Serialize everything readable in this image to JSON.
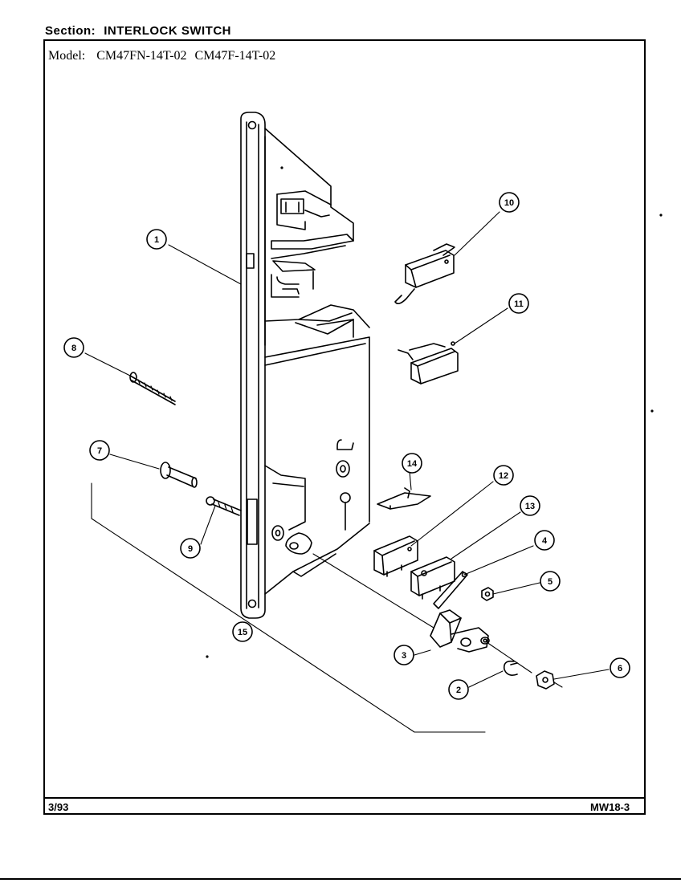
{
  "header": {
    "section_label": "Section:",
    "section_name": "INTERLOCK SWITCH"
  },
  "model": {
    "label": "Model:",
    "numbers": [
      "CM47FN-14T-02",
      "CM47F-14T-02"
    ]
  },
  "footer": {
    "date": "3/93",
    "page_code": "MW18-3"
  },
  "callouts": [
    "1",
    "2",
    "3",
    "4",
    "5",
    "6",
    "7",
    "8",
    "9",
    "10",
    "11",
    "12",
    "13",
    "14",
    "15"
  ]
}
